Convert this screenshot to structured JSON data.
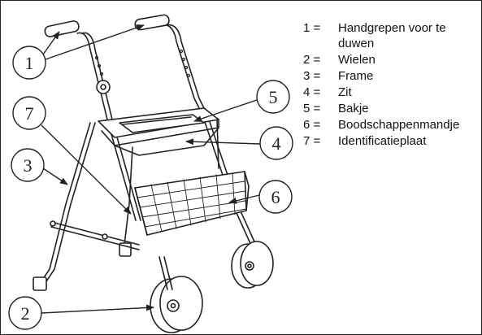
{
  "callouts": [
    "1",
    "2",
    "3",
    "4",
    "5",
    "6",
    "7"
  ],
  "legend": [
    {
      "key": "1 =",
      "text": "Handgrepen voor te duwen"
    },
    {
      "key": "2 =",
      "text": "Wielen"
    },
    {
      "key": "3 =",
      "text": "Frame"
    },
    {
      "key": "4 =",
      "text": "Zit"
    },
    {
      "key": "5 =",
      "text": "Bakje"
    },
    {
      "key": "6 =",
      "text": "Boodschappenmandje"
    },
    {
      "key": "7 =",
      "text": "Identificatieplaat"
    }
  ],
  "colors": {
    "line": "#222222",
    "background": "#ffffff"
  }
}
